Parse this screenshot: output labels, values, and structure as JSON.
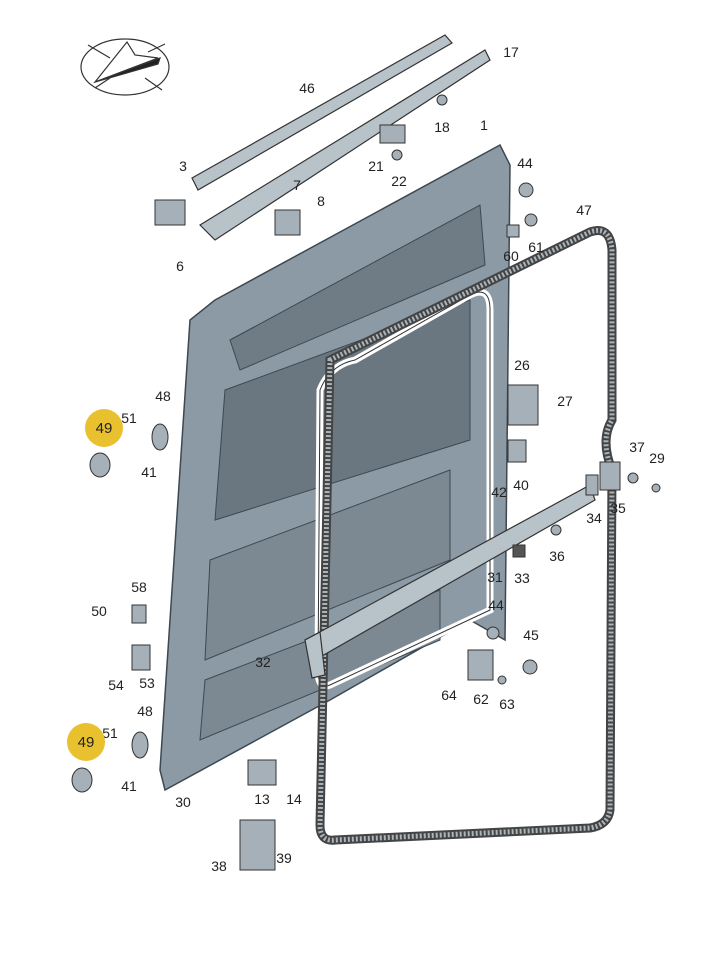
{
  "diagram": {
    "logo": {
      "icon": "compass-paper-plane-icon"
    },
    "highlight_color": "#e9c12e",
    "door_color": "#8c9aa5",
    "labels": [
      "17",
      "46",
      "18",
      "1",
      "21",
      "22",
      "3",
      "44",
      "7",
      "8",
      "47",
      "6",
      "60",
      "61",
      "26",
      "27",
      "48",
      "51",
      "41",
      "37",
      "29",
      "42",
      "40",
      "34",
      "35",
      "36",
      "31",
      "33",
      "58",
      "50",
      "44",
      "45",
      "32",
      "54",
      "53",
      "64",
      "62",
      "63",
      "48",
      "51",
      "41",
      "30",
      "13",
      "14",
      "39",
      "38"
    ],
    "highlighted": [
      "49",
      "49"
    ]
  }
}
